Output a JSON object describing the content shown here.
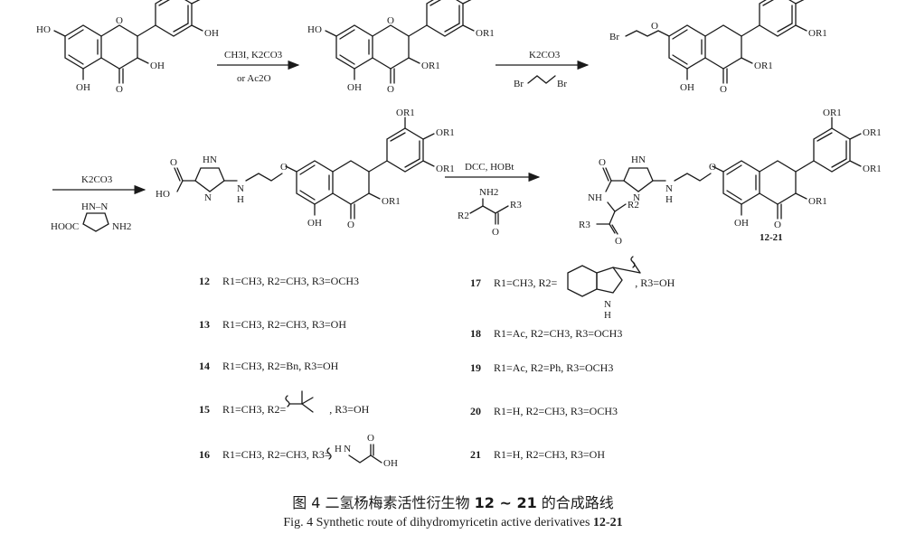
{
  "reagents": {
    "step1_above": "CH3I, K2CO3",
    "step1_below": "or Ac2O",
    "step2_above": "K2CO3",
    "step2_below_a": "Br",
    "step2_below_b": "Br",
    "step3_above": "K2CO3",
    "step3_below_a": "HN–N",
    "step3_below_b": "HOOC",
    "step3_below_c": "NH2",
    "step4_above": "DCC, HOBt",
    "step4_amine": "NH2",
    "step4_r2": "R2",
    "step4_r3": "R3",
    "step4_o": "O"
  },
  "structure_labels": {
    "oh": "OH",
    "ho": "HO",
    "o": "O",
    "or1": "OR1",
    "br": "Br",
    "hn": "HN",
    "nh": "NH",
    "n": "N",
    "h": "H",
    "r2": "R2",
    "r3": "R3",
    "product": "12-21"
  },
  "compounds": [
    {
      "num": "12",
      "text": "R1=CH3, R2=CH3, R3=OCH3"
    },
    {
      "num": "13",
      "text": "R1=CH3, R2=CH3, R3=OH"
    },
    {
      "num": "14",
      "text": "R1=CH3, R2=Bn, R3=OH"
    },
    {
      "num": "15",
      "text_a": "R1=CH3, R2=",
      "text_b": ", R3=OH"
    },
    {
      "num": "16",
      "text_a": "R1=CH3, R2=CH3, R3=",
      "sub_label_n": "H N",
      "sub_label_o": "O",
      "sub_label_oh": "OH"
    },
    {
      "num": "17",
      "text_a": "R1=CH3, R2=",
      "text_b": ", R3=OH",
      "sub_label_nh": "N\nH"
    },
    {
      "num": "18",
      "text": "R1=Ac, R2=CH3, R3=OCH3"
    },
    {
      "num": "19",
      "text": "R1=Ac, R2=Ph, R3=OCH3"
    },
    {
      "num": "20",
      "text": "R1=H, R2=CH3, R3=OCH3"
    },
    {
      "num": "21",
      "text": "R1=H, R2=CH3, R3=OH"
    }
  ],
  "caption": {
    "cn_prefix": "图 4    二氢杨梅素活性衍生物 ",
    "cn_bold": "12 ~ 21",
    "cn_suffix": " 的合成路线",
    "en_prefix": "Fig. 4    Synthetic route of dihydromyricetin active derivatives ",
    "en_bold": "12-21"
  }
}
